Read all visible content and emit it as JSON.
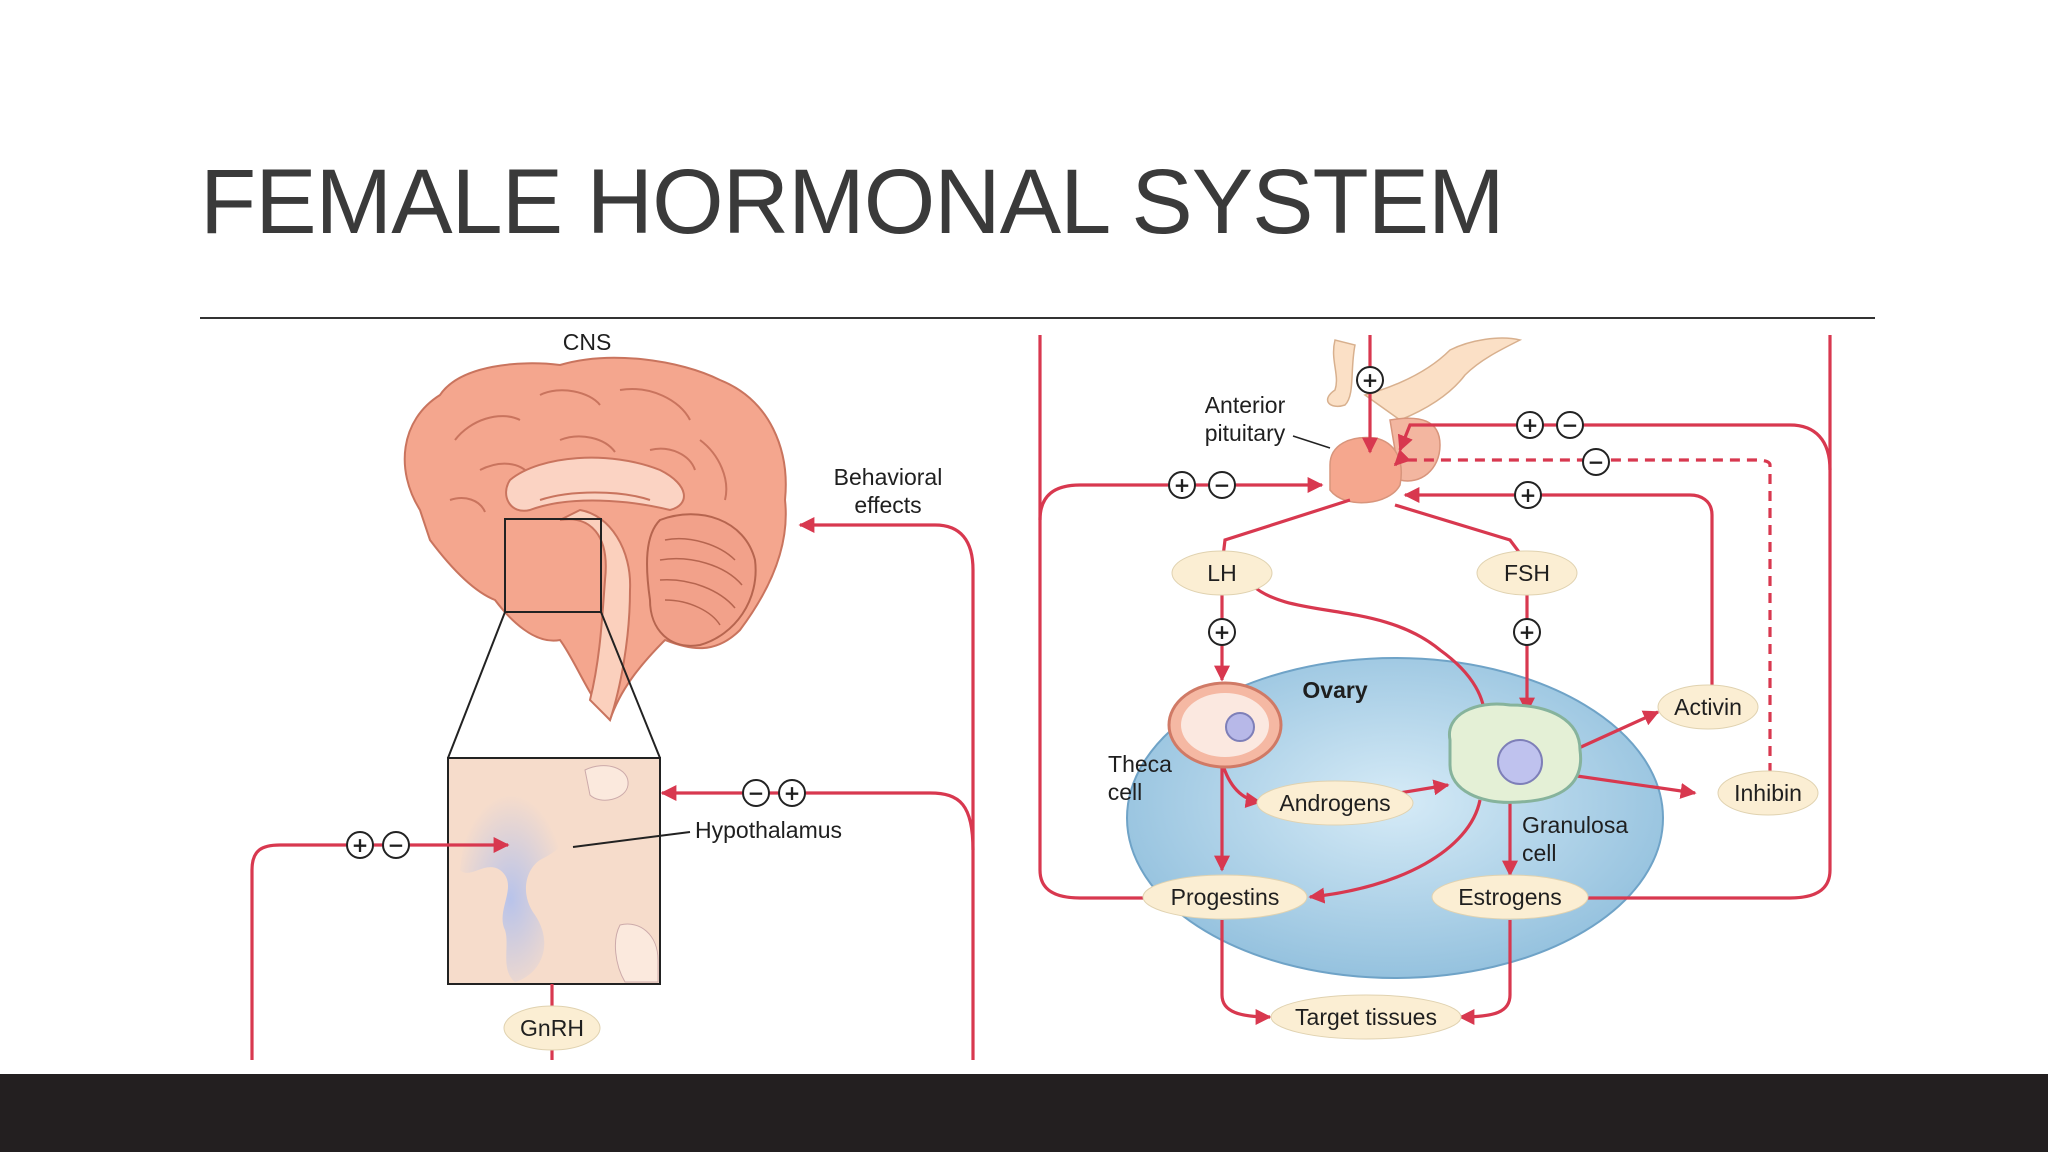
{
  "slide": {
    "title": "FEMALE HORMONAL SYSTEM"
  },
  "diagram": {
    "cns": "CNS",
    "behavioral_1": "Behavioral",
    "behavioral_2": "effects",
    "hypothalamus": "Hypothalamus",
    "gnrh": "GnRH",
    "anterior_1": "Anterior",
    "anterior_2": "pituitary",
    "lh": "LH",
    "fsh": "FSH",
    "ovary": "Ovary",
    "theca_1": "Theca",
    "theca_2": "cell",
    "androgens": "Androgens",
    "granulosa_1": "Granulosa",
    "granulosa_2": "cell",
    "activin": "Activin",
    "inhibin": "Inhibin",
    "progestins": "Progestins",
    "estrogens": "Estrogens",
    "target": "Target tissues"
  },
  "colors": {
    "arrow": "#d8384f",
    "pill": "#fbeed3",
    "brain": "#f4a68e",
    "ovary": "#a9cde3",
    "footer": "#231f20"
  },
  "symbols": {
    "plus": "+",
    "minus": "−"
  }
}
